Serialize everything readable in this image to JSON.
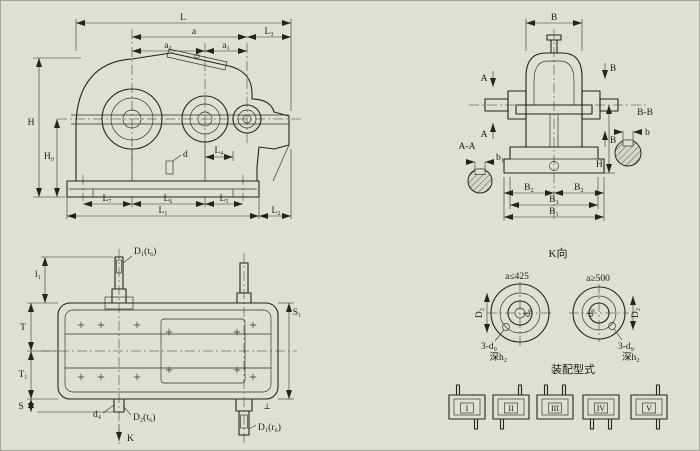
{
  "canvas": {
    "background": "#dce0d6",
    "ink": "#23231f"
  },
  "side_view": {
    "labels": {
      "L": "L",
      "a": "a",
      "a2": "a₂",
      "a1": "a₁",
      "L3": "L₃",
      "H": "H",
      "H0": "H₀",
      "d": "d",
      "L4": "L₄",
      "L7": "L₇",
      "L6": "L₆",
      "L5": "L₅",
      "L1": "L₁",
      "L2": "L₂"
    }
  },
  "end_view": {
    "labels": {
      "B": "B",
      "A_top": "A",
      "A_bottom": "A",
      "B_top": "B",
      "B_bottom": "B",
      "section_bb": "B-B",
      "b": "b",
      "section_aa": "A-A",
      "b1": "b₁",
      "H1": "H₁",
      "B2_left": "B₂",
      "B2_right": "B₂",
      "B3": "B₃",
      "B1": "B₁"
    }
  },
  "plan_view": {
    "labels": {
      "D1_top": "D₁(t₆)",
      "l1": "l₁",
      "T": "T",
      "T1": "T₁",
      "S": "S",
      "S1": "S₁",
      "d4": "d₄",
      "D2_bottom": "D₂(t₆)",
      "D1_bottom": "D₁(r₆)",
      "K": "K",
      "perp": "⊥"
    }
  },
  "k_view": {
    "title": "K向",
    "left": {
      "condition": "a≤425",
      "D2": "D₂",
      "d8": "d₈",
      "holes": "3-d₉",
      "depth": "深h₂"
    },
    "right": {
      "condition": "a≥500",
      "D2": "D₂",
      "d8": "d₈",
      "holes": "3-d₉",
      "depth": "深h₂"
    }
  },
  "assembly": {
    "title": "装配型式",
    "types": [
      {
        "label": "I"
      },
      {
        "label": "II"
      },
      {
        "label": "III"
      },
      {
        "label": "IV"
      },
      {
        "label": "V"
      }
    ]
  }
}
